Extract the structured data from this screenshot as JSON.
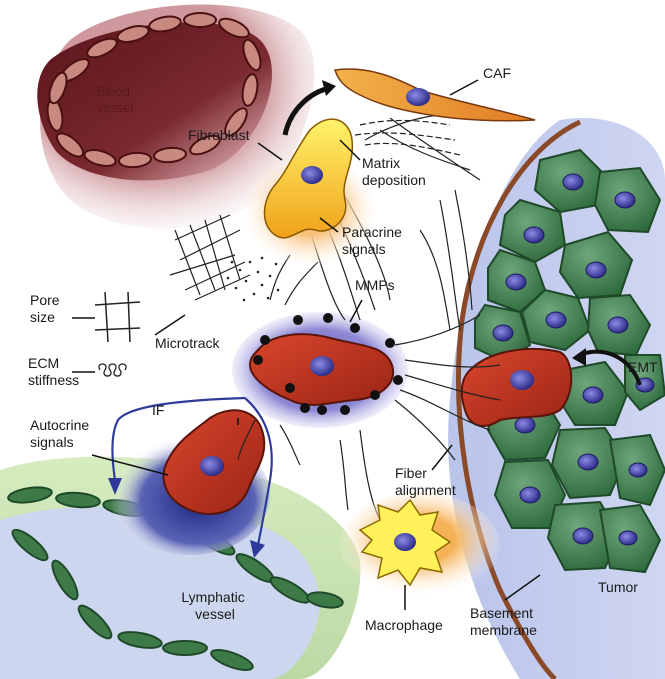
{
  "labels": {
    "blood_vessel": [
      "Blood",
      "vessel"
    ],
    "caf": "CAF",
    "fibroblast": "Fibroblast",
    "matrix_deposition": [
      "Matrix",
      "deposition"
    ],
    "paracrine_signals": [
      "Paracrine",
      "signals"
    ],
    "mmps": "MMPs",
    "pore_size": [
      "Pore",
      "size"
    ],
    "microtrack": "Microtrack",
    "ecm_stiffness": [
      "ECM",
      "stiffness"
    ],
    "emt": "EMT",
    "if": "IF",
    "autocrine_signals": [
      "Autocrine",
      "signals"
    ],
    "fiber_alignment": [
      "Fiber",
      "alignment"
    ],
    "lymphatic_vessel": [
      "Lymphatic",
      "vessel"
    ],
    "macrophage": "Macrophage",
    "basement_membrane": [
      "Basement",
      "membrane"
    ],
    "tumor": "Tumor"
  },
  "colors": {
    "blood_vessel": "#6b1e24",
    "tumor_cell": "#3d7a4a",
    "nucleus": "#3b3a9c",
    "migrating_cell": "#b5301c",
    "fibroblast": "#f2c41a",
    "caf": "#d98a2a",
    "lymph": "#bfe0a6",
    "membrane": "#8a4a2a",
    "arrow_blue": "#2f3b9a"
  }
}
